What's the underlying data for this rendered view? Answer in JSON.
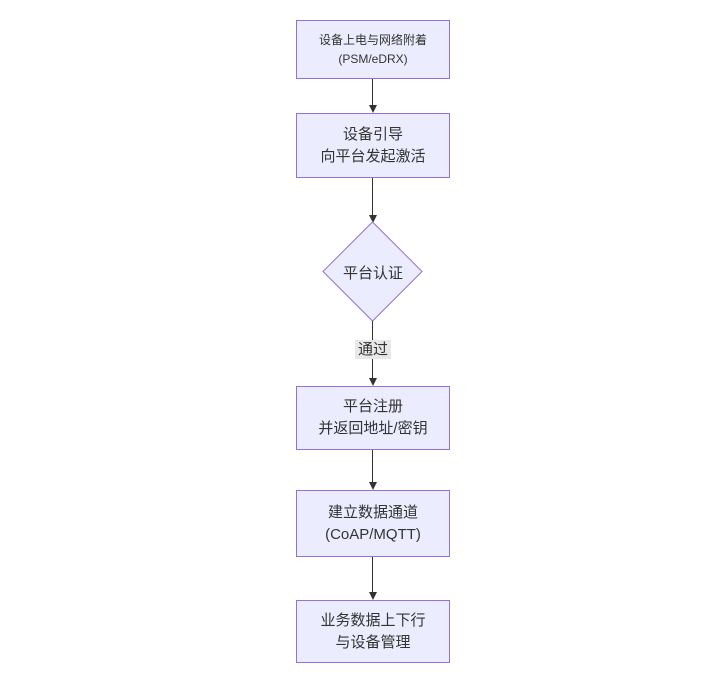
{
  "diagram": {
    "type": "flowchart-top-down",
    "colors": {
      "node_fill": "#ECECFF",
      "node_border": "#9370DB",
      "text": "#333333",
      "edge_line": "#333333",
      "edge_label_bg": "#e8e8e8",
      "background": "#ffffff"
    },
    "nodes": [
      {
        "id": "n1",
        "shape": "rect",
        "lines": [
          "设备上电与网络附着",
          "(PSM/eDRX)"
        ]
      },
      {
        "id": "n2",
        "shape": "rect",
        "lines": [
          "设备引导",
          "向平台发起激活"
        ]
      },
      {
        "id": "n3",
        "shape": "diamond",
        "lines": [
          "平台认证"
        ]
      },
      {
        "id": "n4",
        "shape": "rect",
        "lines": [
          "平台注册",
          "并返回地址/密钥"
        ]
      },
      {
        "id": "n5",
        "shape": "rect",
        "lines": [
          "建立数据通道",
          "(CoAP/MQTT)"
        ]
      },
      {
        "id": "n6",
        "shape": "rect",
        "lines": [
          "业务数据上下行",
          "与设备管理"
        ]
      }
    ],
    "edges": [
      {
        "from": "n1",
        "to": "n2",
        "label": ""
      },
      {
        "from": "n2",
        "to": "n3",
        "label": ""
      },
      {
        "from": "n3",
        "to": "n4",
        "label": "通过"
      },
      {
        "from": "n4",
        "to": "n5",
        "label": ""
      },
      {
        "from": "n5",
        "to": "n6",
        "label": ""
      }
    ]
  }
}
